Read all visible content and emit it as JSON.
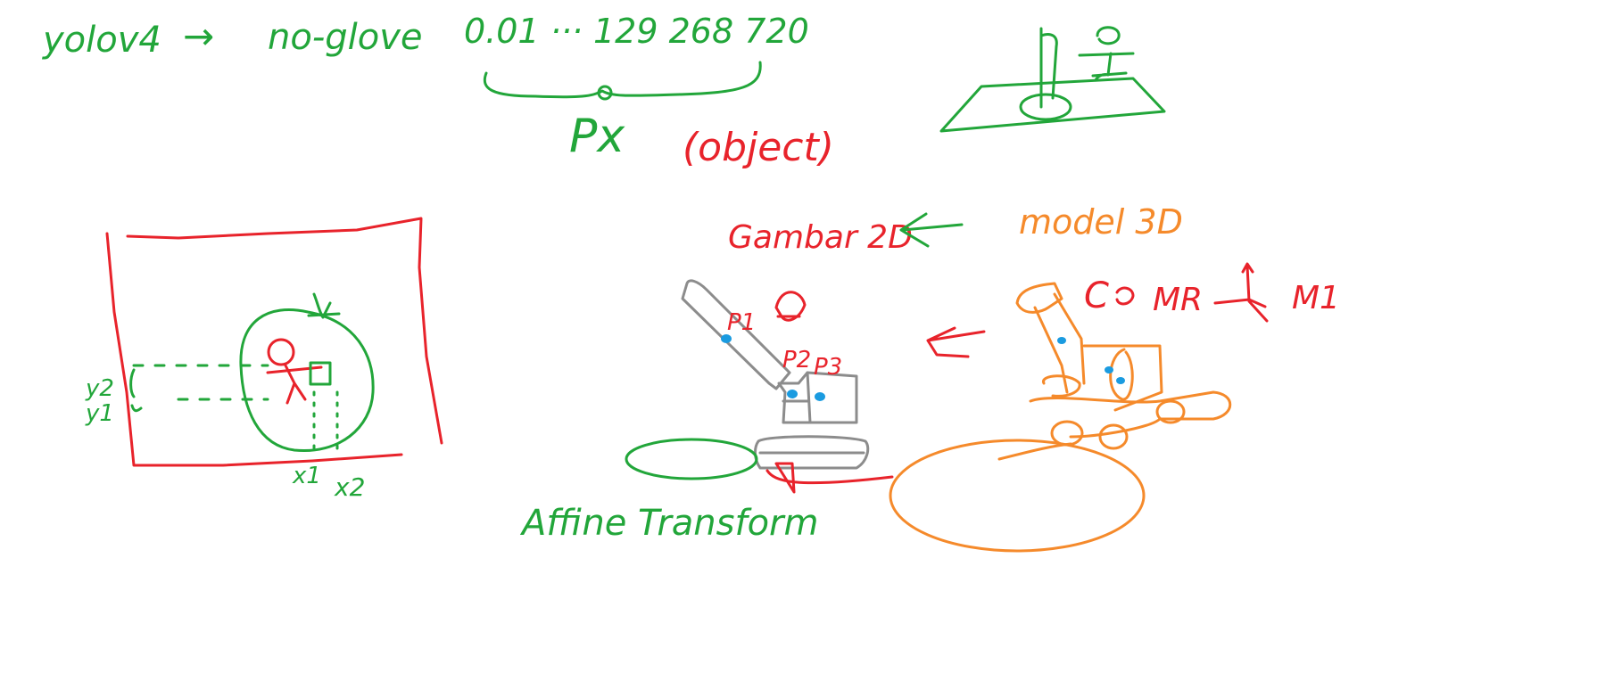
{
  "colors": {
    "green": "#22a63a",
    "red": "#e8232b",
    "orange": "#f58a2b",
    "gray": "#8c8c8c",
    "blue": "#1a9be0",
    "background": "#ffffff"
  },
  "notes": {
    "yolo": "yolov4",
    "arrow1": "→",
    "no_glove": "no-glove",
    "range": "0.01 ··· 129 268 720",
    "px": "Px",
    "object": "(object)",
    "gambar_2d": "Gambar 2D",
    "model_3d": "model 3D",
    "c_label": "C",
    "mr_label": "MR",
    "m1_label": "M1",
    "affine": "Affine Transform",
    "y1": "y1",
    "y2": "y2",
    "x1": "x1",
    "x2": "x2",
    "p1": "P1",
    "p2": "P2",
    "p3": "P3"
  }
}
